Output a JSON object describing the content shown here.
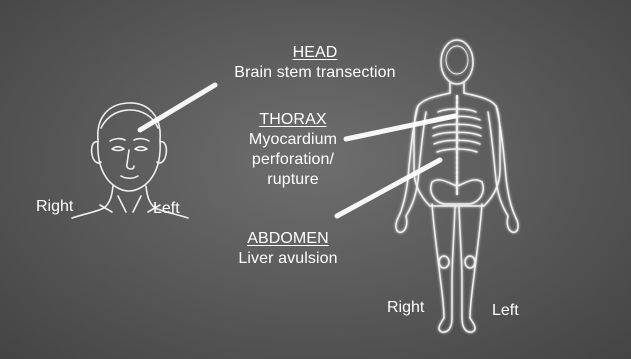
{
  "head_label": {
    "region": "HEAD",
    "finding": "Brain stem transection"
  },
  "thorax_label": {
    "region": "THORAX",
    "finding_lines": [
      "Myocardium",
      "perforation/",
      "rupture"
    ]
  },
  "abdomen_label": {
    "region": "ABDOMEN",
    "finding": "Liver avulsion"
  },
  "head_figure": {
    "right_label": "Right",
    "left_label": "Left"
  },
  "body_figure": {
    "right_label": "Right",
    "left_label": "Left"
  },
  "colors": {
    "background": "#5e5e5e",
    "text": "#ffffff",
    "pointer_line": "#ffffff",
    "figure_outline": "#f2f2f2"
  }
}
